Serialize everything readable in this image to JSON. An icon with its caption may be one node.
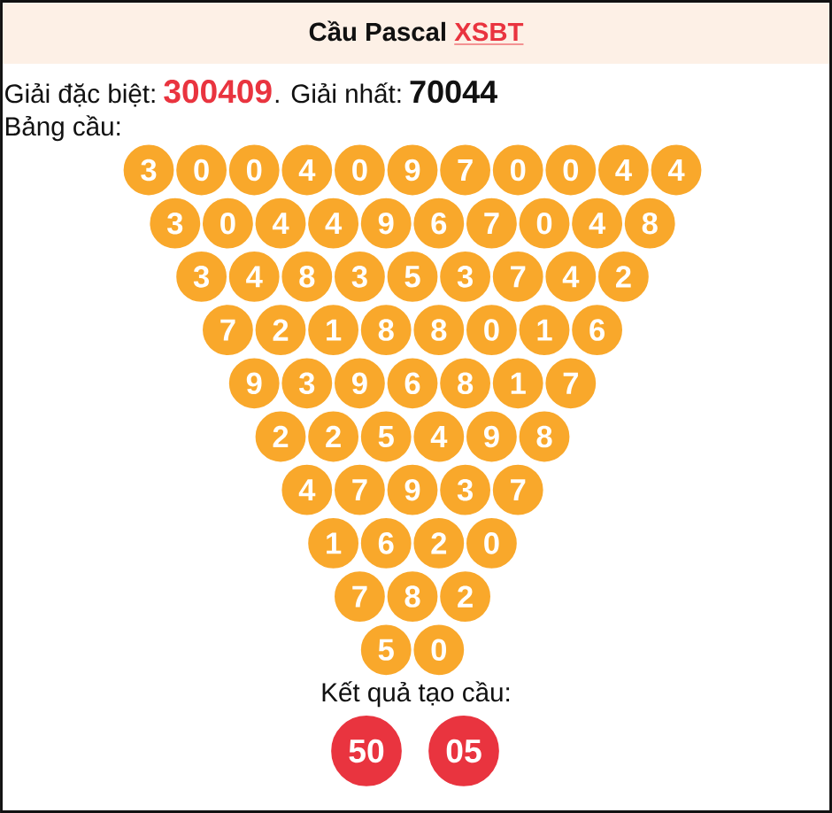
{
  "diagram": {
    "nodes": [
      {
        "text": [
          "Cầu Pascal",
          "XSBT"
        ]
      },
      {
        "text": [
          "3"
        ]
      },
      {
        "text": [
          "0"
        ]
      },
      {
        "text": [
          "0"
        ]
      },
      {
        "text": [
          "4"
        ]
      },
      {
        "text": [
          "0"
        ]
      },
      {
        "text": [
          "9"
        ]
      },
      {
        "text": [
          "7"
        ]
      },
      {
        "text": [
          "0"
        ]
      },
      {
        "text": [
          "0"
        ]
      },
      {
        "text": [
          "4"
        ]
      },
      {
        "text": [
          "4"
        ]
      },
      {
        "text": [
          "3"
        ]
      },
      {
        "text": [
          "0"
        ]
      },
      {
        "text": [
          "4"
        ]
      },
      {
        "text": [
          "4"
        ]
      },
      {
        "text": [
          "9"
        ]
      },
      {
        "text": [
          "6"
        ]
      },
      {
        "text": [
          "7"
        ]
      },
      {
        "text": [
          "0"
        ]
      },
      {
        "text": [
          "4"
        ]
      },
      {
        "text": [
          "8"
        ]
      },
      {
        "text": [
          "3"
        ]
      },
      {
        "text": [
          "4"
        ]
      },
      {
        "text": [
          "8"
        ]
      },
      {
        "text": [
          "3"
        ]
      },
      {
        "text": [
          "5"
        ]
      },
      {
        "text": [
          "3"
        ]
      },
      {
        "text": [
          "7"
        ]
      },
      {
        "text": [
          "4"
        ]
      },
      {
        "text": [
          "2"
        ]
      },
      {
        "text": [
          "7"
        ]
      },
      {
        "text": [
          "2"
        ]
      },
      {
        "text": [
          "1"
        ]
      },
      {
        "text": [
          "8"
        ]
      },
      {
        "text": [
          "8"
        ]
      },
      {
        "text": [
          "0"
        ]
      },
      {
        "text": [
          "1"
        ]
      },
      {
        "text": [
          "6"
        ]
      },
      {
        "text": [
          "9"
        ]
      },
      {
        "text": [
          "3"
        ]
      },
      {
        "text": [
          "9"
        ]
      },
      {
        "text": [
          "6"
        ]
      },
      {
        "text": [
          "8"
        ]
      },
      {
        "text": [
          "1"
        ]
      },
      {
        "text": [
          "7"
        ]
      },
      {
        "text": [
          "2"
        ]
      },
      {
        "text": [
          "2"
        ]
      },
      {
        "text": [
          "5"
        ]
      },
      {
        "text": [
          "4"
        ]
      },
      {
        "text": [
          "9"
        ]
      },
      {
        "text": [
          "8"
        ]
      },
      {
        "text": [
          "4"
        ]
      },
      {
        "text": [
          "7"
        ]
      },
      {
        "text": [
          "9"
        ]
      },
      {
        "text": [
          "3"
        ]
      },
      {
        "text": [
          "7"
        ]
      },
      {
        "text": [
          "1"
        ]
      },
      {
        "text": [
          "6"
        ]
      },
      {
        "text": [
          "2"
        ]
      },
      {
        "text": [
          "0"
        ]
      },
      {
        "text": [
          "7"
        ]
      },
      {
        "text": [
          "8"
        ]
      },
      {
        "text": [
          "2"
        ]
      },
      {
        "text": [
          "5"
        ]
      },
      {
        "text": [
          "0"
        ]
      },
      {
        "text": [
          "50"
        ]
      },
      {
        "text": [
          "05"
        ]
      }
    ],
    "labels": [
      "Giải đặc biệt:",
      "300409",
      ". Giải nhất:",
      "70044",
      "Bảng cầu:",
      "Kết quả tạo cầu:"
    ]
  }
}
